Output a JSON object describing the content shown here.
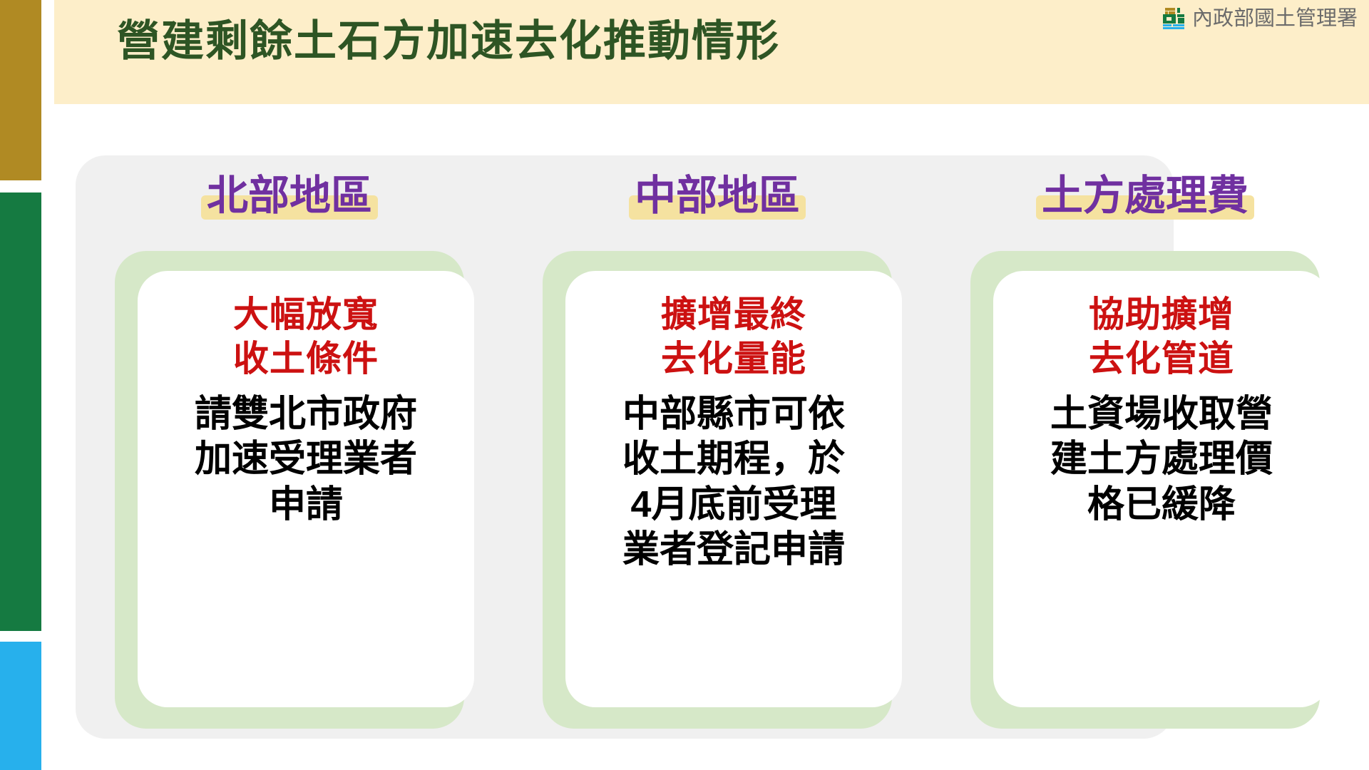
{
  "header": {
    "title": "營建剩餘土石方加速去化推動情形",
    "band_color": "#fdeec9",
    "title_color": "#2e5524",
    "logo": {
      "icon": "agency-emblem-icon",
      "text": "內政部國土管理署",
      "mark_colors": [
        "#b08a23",
        "#157a41",
        "#27b0ec"
      ]
    }
  },
  "left_rail": {
    "bars": [
      {
        "name": "gold-bar",
        "color": "#b08a23"
      },
      {
        "name": "green-bar",
        "color": "#157a41"
      },
      {
        "name": "blue-bar",
        "color": "#27b0ec"
      }
    ]
  },
  "panel": {
    "background": "#f0f0f0"
  },
  "columns": [
    {
      "heading": "北部地區",
      "heading_color": "#7030a0",
      "highlight_color": "#f5e2a0",
      "card_shell_color": "#d6e8c8",
      "card_heading": "大幅放寬\n收土條件",
      "card_heading_color": "#cc1111",
      "card_body": "請雙北市政府\n加速受理業者\n申請"
    },
    {
      "heading": "中部地區",
      "heading_color": "#7030a0",
      "highlight_color": "#f5e2a0",
      "card_shell_color": "#d6e8c8",
      "card_heading": "擴增最終\n去化量能",
      "card_heading_color": "#cc1111",
      "card_body": "中部縣市可依\n收土期程，於\n4月底前受理\n業者登記申請"
    },
    {
      "heading": "土方處理費",
      "heading_color": "#7030a0",
      "highlight_color": "#f5e2a0",
      "card_shell_color": "#d6e8c8",
      "card_heading": "協助擴增\n去化管道",
      "card_heading_color": "#cc1111",
      "card_body": "土資場收取營\n建土方處理價\n格已緩降"
    }
  ]
}
